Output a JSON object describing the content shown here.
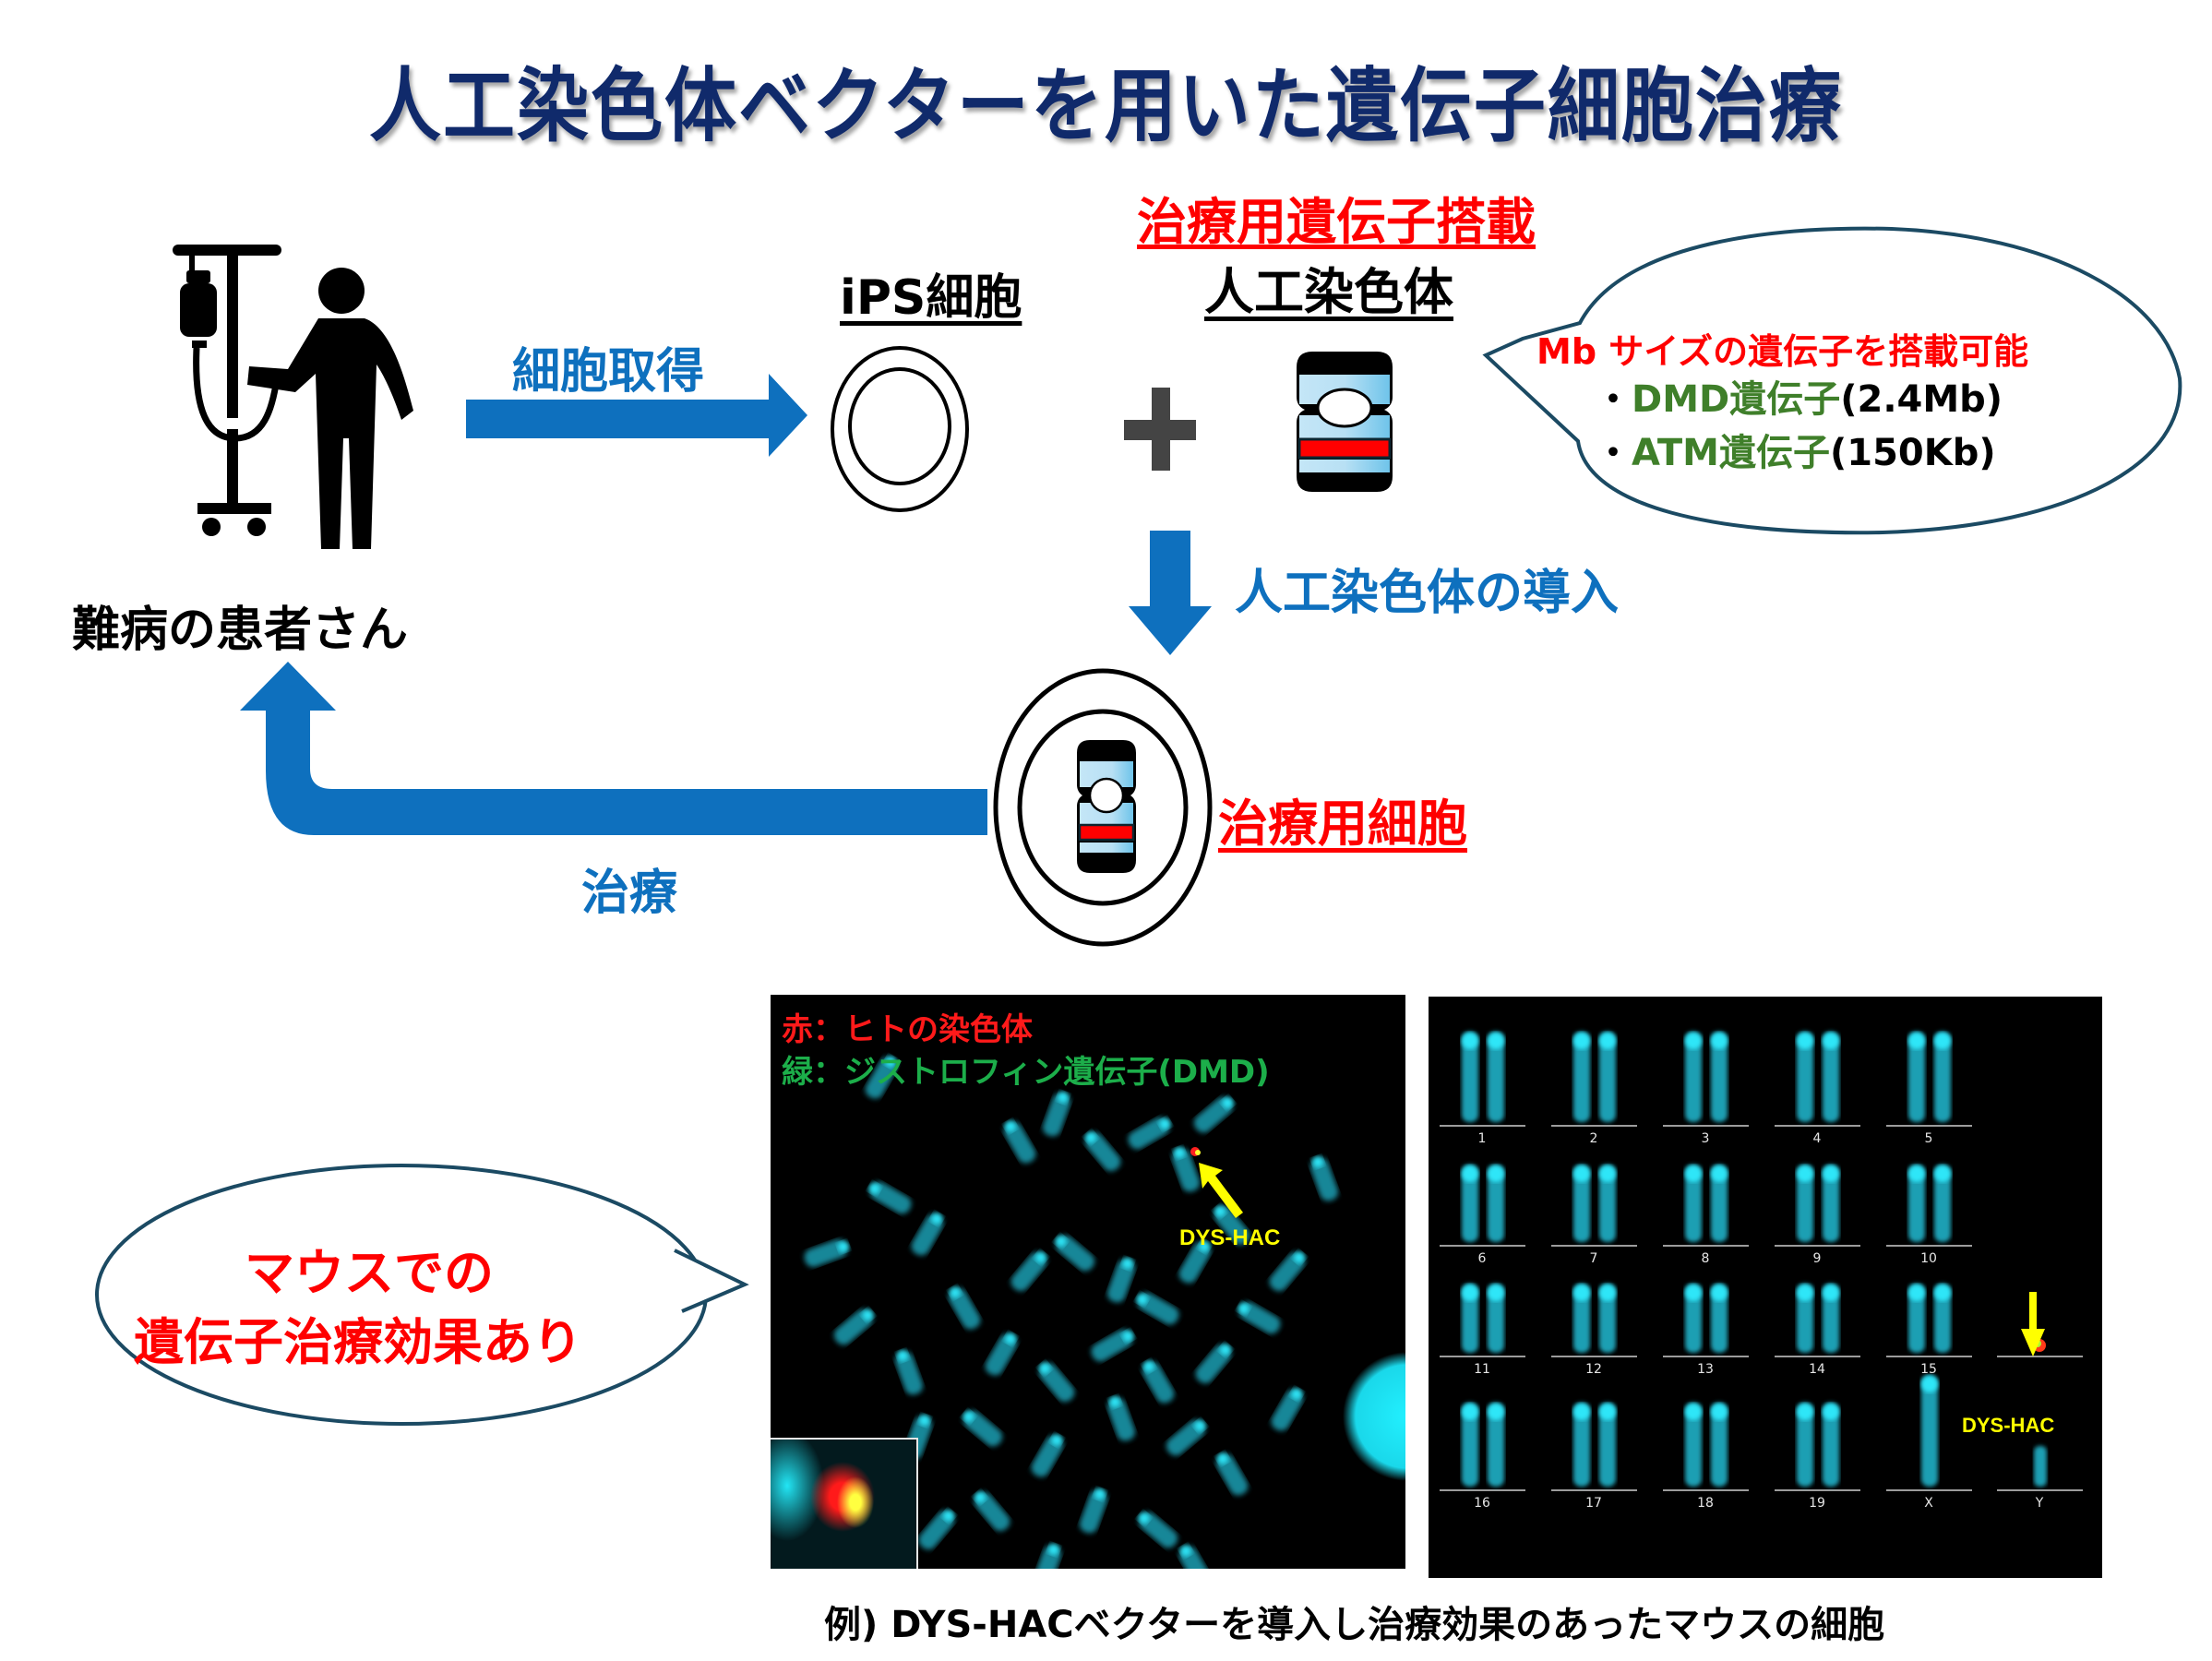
{
  "title": "人工染色体ベクターを用いた遺伝子細胞治療",
  "patient": {
    "label": "難病の患者さん",
    "icon": "patient-iv-drip-icon"
  },
  "arrows": {
    "acquire": "細胞取得",
    "introduce": "人工染色体の導入",
    "treatment": "治療"
  },
  "ips": {
    "label": "iPS細胞"
  },
  "plus": "+",
  "artificial_chromosome": {
    "label_top": "治療用遺伝子搭載",
    "label_bottom": "人工染色体"
  },
  "capacity_bubble": {
    "headline": "Mb サイズの遺伝子を搭載可能",
    "items": [
      {
        "bullet": "・",
        "gene": "DMD遺伝子",
        "size": "(2.4Mb)"
      },
      {
        "bullet": "・",
        "gene": "ATM遺伝子",
        "size": "(150Kb)"
      }
    ]
  },
  "therapy_cell": {
    "label": "治療用細胞"
  },
  "mouse_bubble": {
    "line1": "マウスでの",
    "line2": "遺伝子治療効果あり"
  },
  "micrograph": {
    "legend_red": "赤：ヒトの染色体",
    "legend_green": "緑：ジストロフィン遺伝子(DMD)",
    "arrow_label": "DYS-HAC"
  },
  "karyotype": {
    "rows": [
      [
        "1",
        "2",
        "3",
        "4",
        "5"
      ],
      [
        "6",
        "7",
        "8",
        "9",
        "10"
      ],
      [
        "11",
        "12",
        "13",
        "14",
        "15",
        ""
      ],
      [
        "16",
        "17",
        "18",
        "19",
        "X",
        "Y"
      ]
    ],
    "hac_label": "DYS-HAC"
  },
  "caption": "例) DYS-HACベクターを導入し治療効果のあったマウスの細胞",
  "colors": {
    "title": "#102a6b",
    "arrow_blue": "#0e70be",
    "red": "#ff0000",
    "green": "#3f7f2a",
    "bubble_stroke": "#1b4a63",
    "cyan": "#2fd3ea"
  }
}
